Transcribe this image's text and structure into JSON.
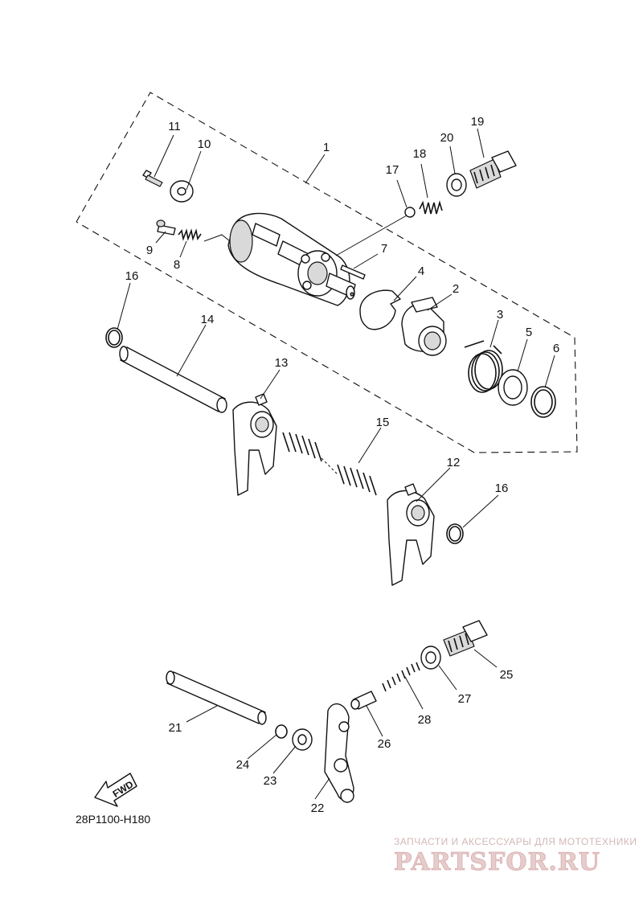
{
  "diagram": {
    "part_numbers": [
      "1",
      "2",
      "3",
      "4",
      "5",
      "6",
      "7",
      "8",
      "9",
      "10",
      "11",
      "12",
      "13",
      "14",
      "15",
      "16",
      "16",
      "17",
      "18",
      "19",
      "20",
      "21",
      "22",
      "23",
      "24",
      "25",
      "26",
      "27",
      "28"
    ],
    "fwd_label": "FWD",
    "drawing_code": "28P1100-H180",
    "watermark": {
      "top_text": "ЗАПЧАСТИ И АКСЕССУАРЫ ДЛЯ МОТОТЕХНИКИ",
      "logo_text": "PARTSFOR.RU"
    },
    "colors": {
      "line": "#111111",
      "watermark": "#d3b7b7",
      "background": "#ffffff"
    }
  }
}
